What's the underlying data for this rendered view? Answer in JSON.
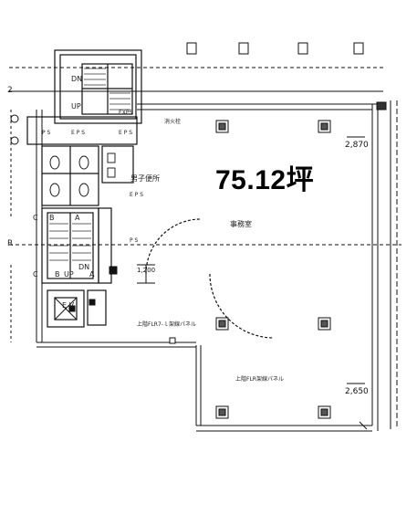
{
  "area_label": "75.12坪",
  "rooms": {
    "office": "事務室",
    "mens_toilet": "男子便所",
    "fire_hydrant": "消火栓"
  },
  "shafts": {
    "eps1": "E P S",
    "eps2": "E P S",
    "eps3": "E P S",
    "ps1": "P S",
    "ps2": "P S",
    "exps": "EXPS"
  },
  "stairs": {
    "dn1": "DN",
    "up1": "UP",
    "up2": "UP",
    "dn2": "DN"
  },
  "elevator": "E V",
  "ceiling_notes": {
    "note1": "上階FLR7-ｌ架線パネル",
    "note2": "上階FLR架線パネル"
  },
  "dimensions": {
    "d1": "2,870",
    "d2": "1,200",
    "d3": "2,650"
  },
  "grid_labels": {
    "r": "R",
    "c": "C",
    "b": "B",
    "a": "A",
    "c2": "C",
    "b2": "B",
    "a2": "A",
    "two": "2"
  }
}
